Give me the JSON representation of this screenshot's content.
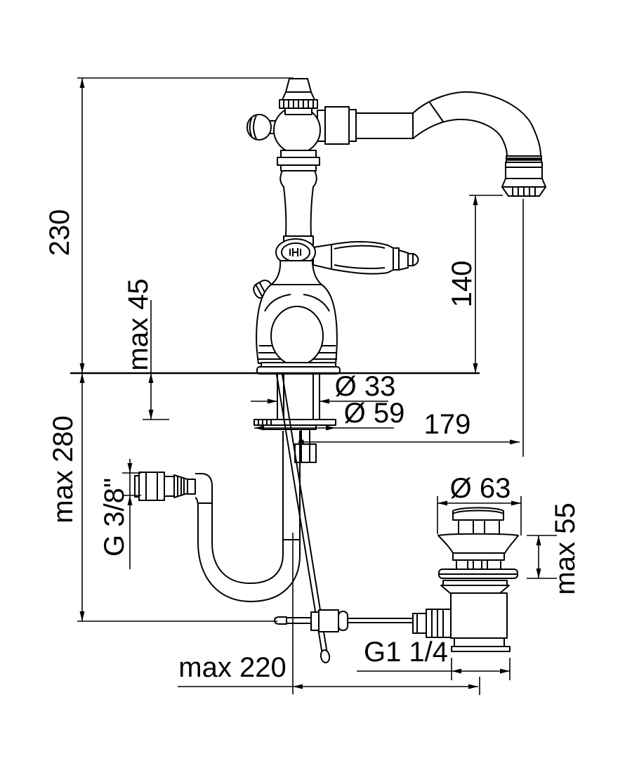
{
  "colors": {
    "ink": "#000000",
    "background": "#ffffff"
  },
  "drawing": {
    "labels": {
      "overall_height": "230",
      "deck_thickness": "max 45",
      "below_deck_depth": "max 280",
      "spout_outlet_height": "140",
      "spout_reach": "179",
      "mounting_hole_diameter": "Ø 33",
      "base_diameter": "Ø 59",
      "supply_connection": "G 3/8\"",
      "waste_cap_diameter": "Ø 63",
      "waste_clamp_range": "max 55",
      "waste_outlet_thread": "G1 1/4",
      "rod_horizontal_reach": "max 220"
    }
  }
}
